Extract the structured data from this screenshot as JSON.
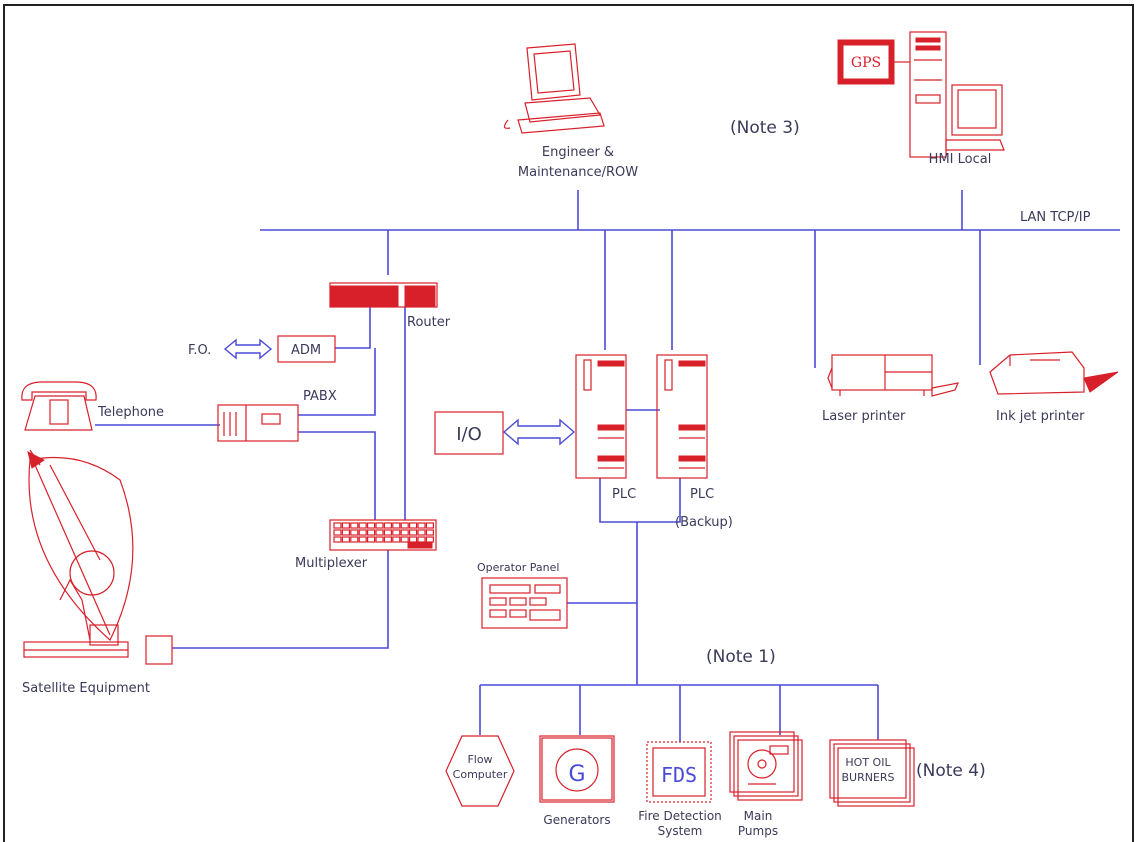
{
  "labels": {
    "engineer_line1": "Engineer &",
    "engineer_line2": "Maintenance/ROW",
    "note3": "(Note 3)",
    "hmi": "HMI Local",
    "gps": "GPS",
    "lan": "LAN TCP/IP",
    "router": "Router",
    "fo": "F.O.",
    "adm": "ADM",
    "pabx": "PABX",
    "telephone": "Telephone",
    "io": "I/O",
    "plc": "PLC",
    "plc_backup_line1": "PLC",
    "plc_backup_line2": "(Backup)",
    "laser_printer": "Laser printer",
    "inkjet_printer": "Ink jet printer",
    "multiplexer": "Multiplexer",
    "operator_panel": "Operator Panel",
    "satellite": "Satellite Equipment",
    "note1": "(Note 1)",
    "flow_line1": "Flow",
    "flow_line2": "Computer",
    "generators": "Generators",
    "gen_symbol": "G",
    "fds": "FDS",
    "fire_line1": "Fire Detection",
    "fire_line2": "System",
    "pumps_line1": "Main",
    "pumps_line2": "Pumps",
    "hot_oil_line1": "HOT OIL",
    "hot_oil_line2": "BURNERS",
    "note4": "(Note 4)"
  },
  "colors": {
    "equipment": "#d8202a",
    "network": "#4a4ad8",
    "text": "#3a3a5a"
  }
}
